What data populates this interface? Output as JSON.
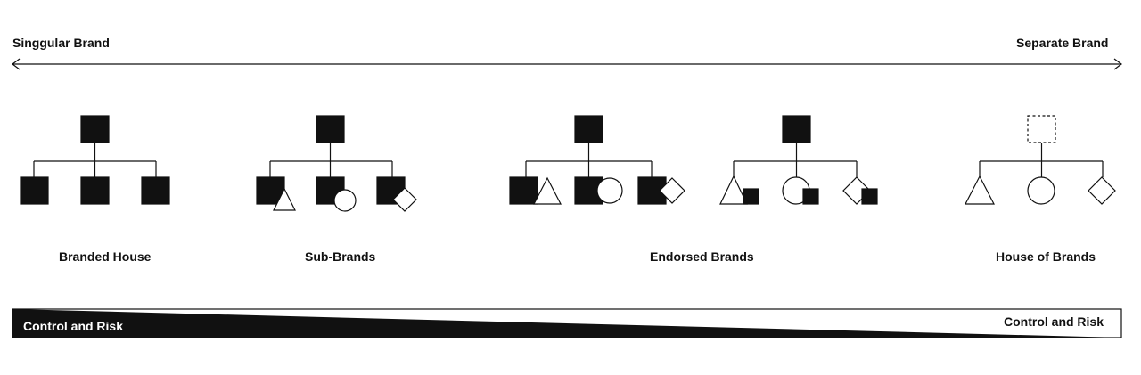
{
  "spectrum": {
    "left_label": "Singgular Brand",
    "right_label": "Separate Brand"
  },
  "models": [
    {
      "label": "Branded House"
    },
    {
      "label": "Sub-Brands"
    },
    {
      "label": "Endorsed Brands"
    },
    {
      "label": "House of Brands"
    }
  ],
  "risk_bar": {
    "left_label": "Control and Risk",
    "right_label": "Control and Risk"
  },
  "colors": {
    "ink": "#111111",
    "paper": "#ffffff"
  }
}
